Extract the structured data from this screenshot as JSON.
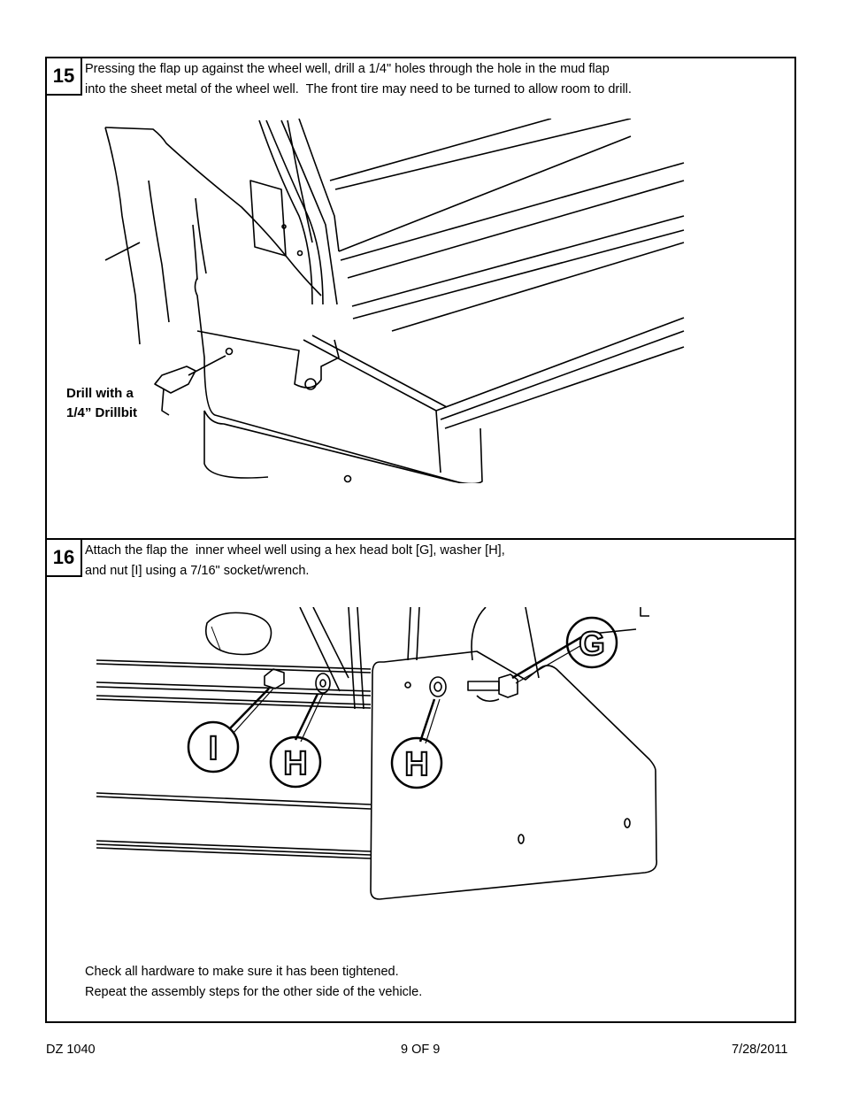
{
  "step15": {
    "number": "15",
    "text_line1": "Pressing the flap up against the wheel well, drill a 1/4\" holes through the hole in the mud flap",
    "text_line2": "into the sheet metal of the wheel well.  The front tire may need to be turned to allow room to drill.",
    "callout_line1": "Drill with a",
    "callout_line2": "1/4” Drillbit"
  },
  "step16": {
    "number": "16",
    "text_line1": "Attach the flap the  inner wheel well using a hex head bolt [G], washer [H],",
    "text_line2": "and nut [I] using a 7/16\" socket/wrench.",
    "labels": {
      "g": "G",
      "h1": "H",
      "h2": "H",
      "i": "I"
    },
    "note_line1": "Check all hardware to make sure it has been tightened.",
    "note_line2": "Repeat the assembly steps for the other side of the vehicle."
  },
  "footer": {
    "doc_id": "DZ 1040",
    "page": "9 OF 9",
    "date": "7/28/2011"
  }
}
